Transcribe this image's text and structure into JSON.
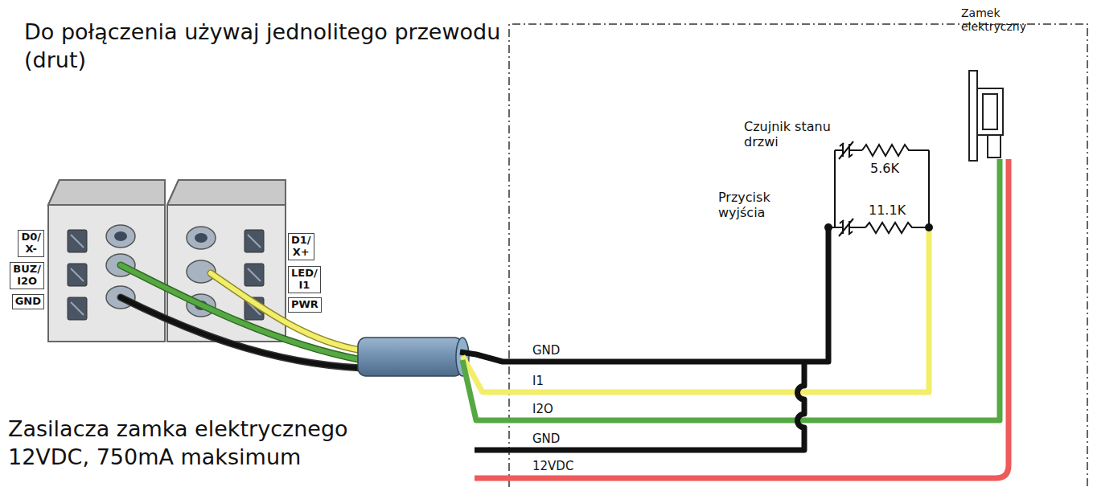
{
  "diagram": {
    "nodes": [
      {
        "text": [
          "D0/ X-"
        ]
      },
      {
        "text": [
          "BUZ/ I2O"
        ]
      },
      {
        "text": [
          "GND"
        ]
      },
      {
        "text": [
          "D1/ X+"
        ]
      },
      {
        "text": [
          "LED/ I1"
        ]
      },
      {
        "text": [
          "PWR"
        ]
      }
    ],
    "labels": [
      "Do połączenia używaj jednolitego przewodu (drut)",
      "Zasilacza zamka elektrycznego 12VDC, 750mA maksimum",
      "Zamek elektryczny",
      "Czujnik stanu drzwi",
      "5.6K",
      "11.1K",
      "Przycisk wyjścia",
      "GND",
      "I1",
      "I2O",
      "GND",
      "12VDC"
    ]
  }
}
